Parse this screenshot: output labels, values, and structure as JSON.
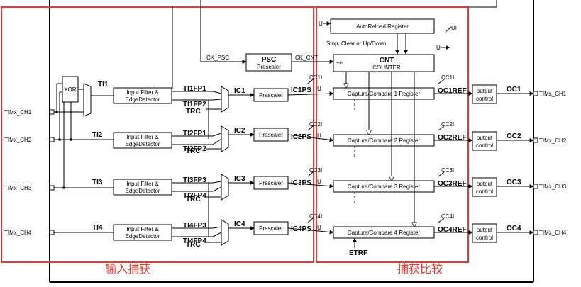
{
  "regions": {
    "input_capture": "输入捕获",
    "capture_compare": "捕获比较"
  },
  "blocks": {
    "xor": "XOR",
    "input_filter_line1": "Input Filter &",
    "input_filter_line2": "EdgeDetector",
    "prescaler": "Prescaler",
    "psc_title": "PSC",
    "psc_sub": "Prescaler",
    "autoreload": "AutoReload Register",
    "cnt_title": "CNT",
    "cnt_sub": "COUNTER",
    "output_line1": "output",
    "output_line2": "control",
    "capture_compare": [
      "Capture/Compare 1 Register",
      "Capture/Compare 2 Register",
      "Capture/Compare 3 Register",
      "Capture/Compare 4 Register"
    ]
  },
  "signals": {
    "inputs": [
      "TIMx_CH1",
      "TIMx_CH2",
      "TIMx_CH3",
      "TIMx_CH4"
    ],
    "outputs": [
      "TIMx_CH1",
      "TIMx_CH2",
      "TIMx_CH3",
      "TIMx_CH4"
    ],
    "ti": [
      "TI1",
      "TI2",
      "TI3",
      "TI4"
    ],
    "tifp": [
      [
        "TI1FP1",
        "TI1FP2"
      ],
      [
        "TI2FP1",
        "TI2FP2"
      ],
      [
        "TI3FP3",
        "TI3FP4"
      ],
      [
        "TI4FP3",
        "TI4FP4"
      ]
    ],
    "trc": "TRC",
    "ic": [
      "IC1",
      "IC2",
      "IC3",
      "IC4"
    ],
    "icps": [
      "IC1PS",
      "IC2PS",
      "IC3PS",
      "IC4PS"
    ],
    "cci": [
      "CC1I",
      "CC2I",
      "CC3I",
      "CC4I"
    ],
    "ocref": [
      "OC1REF",
      "OC2REF",
      "OC3REF",
      "OC4REF"
    ],
    "oc": [
      "OC1",
      "OC2",
      "OC3",
      "OC4"
    ],
    "ck_psc": "CK_PSC",
    "ck_cnt": "CK_CNT",
    "u": "U",
    "ui": "UI",
    "stop_clear": "Stop, Clear or Up/Down",
    "plus_minus": "+/-",
    "etrf": "ETRF"
  }
}
